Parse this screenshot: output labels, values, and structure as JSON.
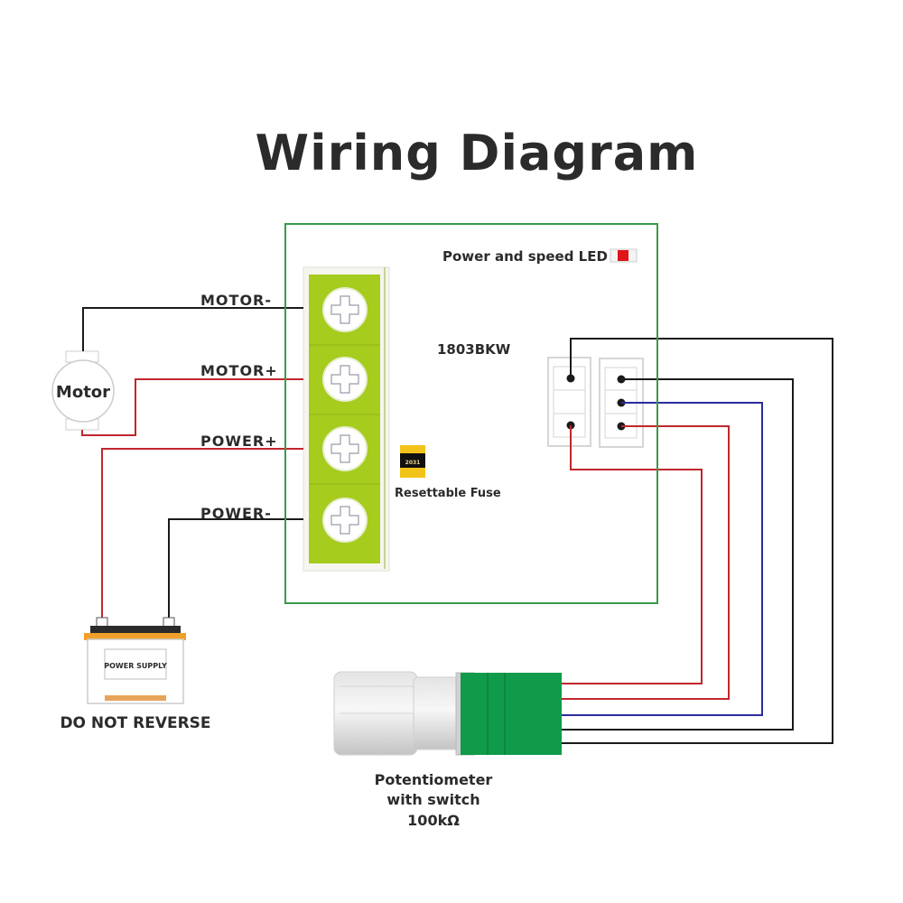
{
  "title": "Wiring Diagram",
  "board": {
    "model": "1803BKW",
    "led_label": "Power and speed LED",
    "fuse_label": "Resettable Fuse",
    "fuse_marking": "2031",
    "terminals": [
      "MOTOR-",
      "MOTOR+",
      "POWER+",
      "POWER-"
    ]
  },
  "motor": {
    "label": "Motor"
  },
  "power_supply": {
    "label": "POWER SUPPLY",
    "warning": "DO NOT REVERSE"
  },
  "potentiometer": {
    "line1": "Potentiometer",
    "line2": "with switch",
    "line3": "100kΩ"
  },
  "colors": {
    "board_border": "#3a9a4a",
    "terminal_green": "#a6cc1e",
    "pot_green": "#0f9b4a",
    "wire_red": "#c0272d",
    "wire_black": "#1a1a1a",
    "wire_blue": "#2b2b9e",
    "led_red": "#e0141b",
    "battery_orange": "#f0a02a"
  }
}
